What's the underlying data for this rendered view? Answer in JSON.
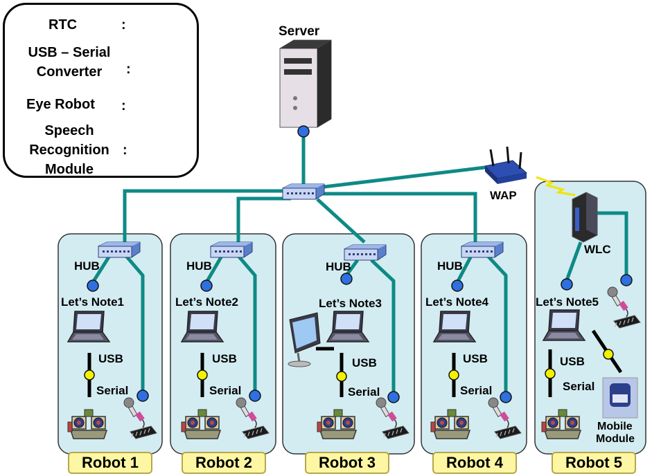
{
  "legend": {
    "rtc": "RTC",
    "usb_serial_line1": "USB – Serial",
    "usb_serial_line2": "Converter",
    "eye_robot": "Eye Robot",
    "speech_line1": "Speech",
    "speech_line2": "Recognition",
    "speech_line3": "Module",
    "colon": ":",
    "rtc_color": "#2f6fe0",
    "converter_color": "#f2f200"
  },
  "server": {
    "label": "Server"
  },
  "wap": {
    "label": "WAP"
  },
  "wlc": {
    "label": "WLC"
  },
  "common": {
    "hub": "HUB",
    "usb": "USB",
    "serial": "Serial"
  },
  "robots": [
    {
      "laptop": "Let’s Note1",
      "name": "Robot 1"
    },
    {
      "laptop": "Let’s Note2",
      "name": "Robot 2"
    },
    {
      "laptop": "Let’s Note3",
      "name": "Robot 3"
    },
    {
      "laptop": "Let’s Note4",
      "name": "Robot 4"
    },
    {
      "laptop": "Let’s Note5",
      "name": "Robot 5"
    }
  ],
  "mobile_module": {
    "line1": "Mobile",
    "line2": "Module"
  },
  "colors": {
    "panel": "#d3ecf1",
    "cable": "#0e8a85",
    "tag": "#fdf6a3"
  }
}
